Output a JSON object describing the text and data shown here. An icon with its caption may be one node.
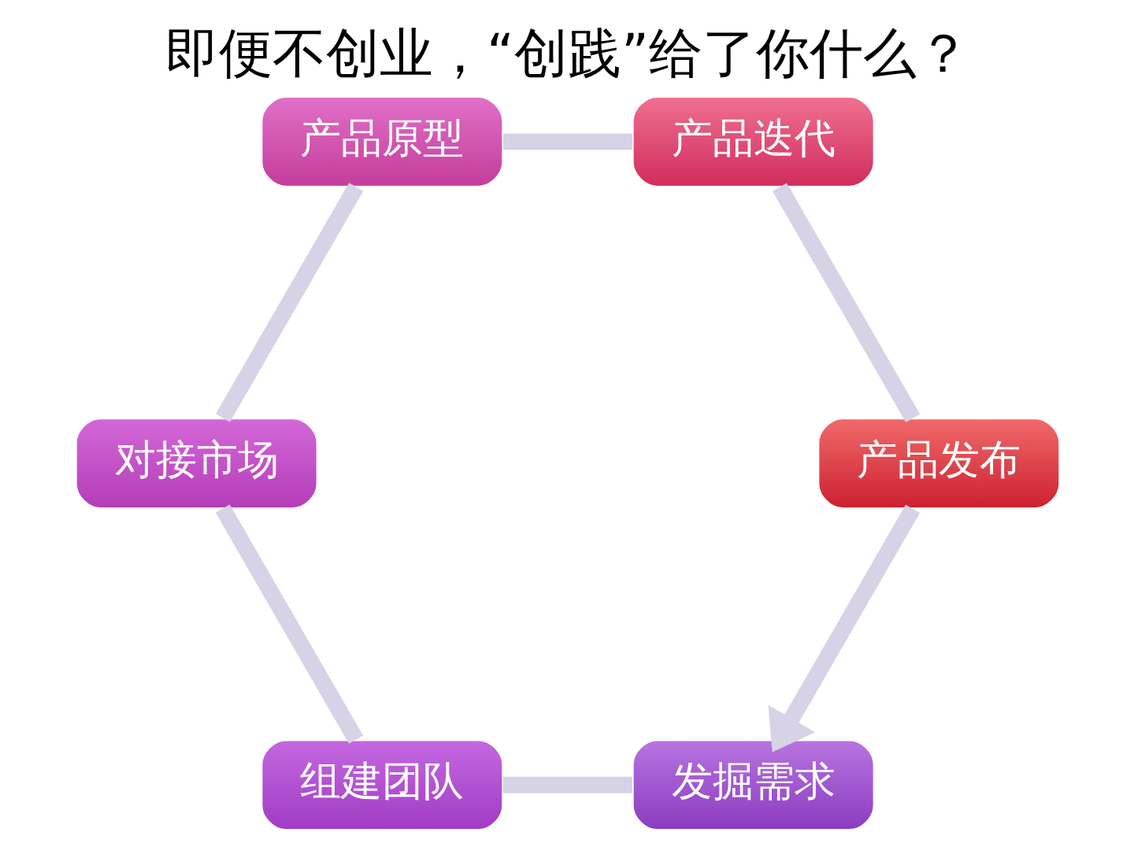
{
  "diagram": {
    "title": "即便不创业，“创践”给了你什么？",
    "nodes": [
      {
        "text": [
          "发掘需求"
        ]
      },
      {
        "text": [
          "组建团队"
        ]
      },
      {
        "text": [
          "对接市场"
        ]
      },
      {
        "text": [
          "产品原型"
        ]
      },
      {
        "text": [
          "产品迭代"
        ]
      },
      {
        "text": [
          "产品发布"
        ]
      }
    ],
    "edges": [
      {
        "from": 0,
        "to": 1,
        "arrow": "none"
      },
      {
        "from": 1,
        "to": 2,
        "arrow": "none"
      },
      {
        "from": 2,
        "to": 3,
        "arrow": "none"
      },
      {
        "from": 3,
        "to": 4,
        "arrow": "none"
      },
      {
        "from": 4,
        "to": 5,
        "arrow": "none"
      },
      {
        "from": 5,
        "to": 0,
        "arrow": "to"
      }
    ]
  }
}
